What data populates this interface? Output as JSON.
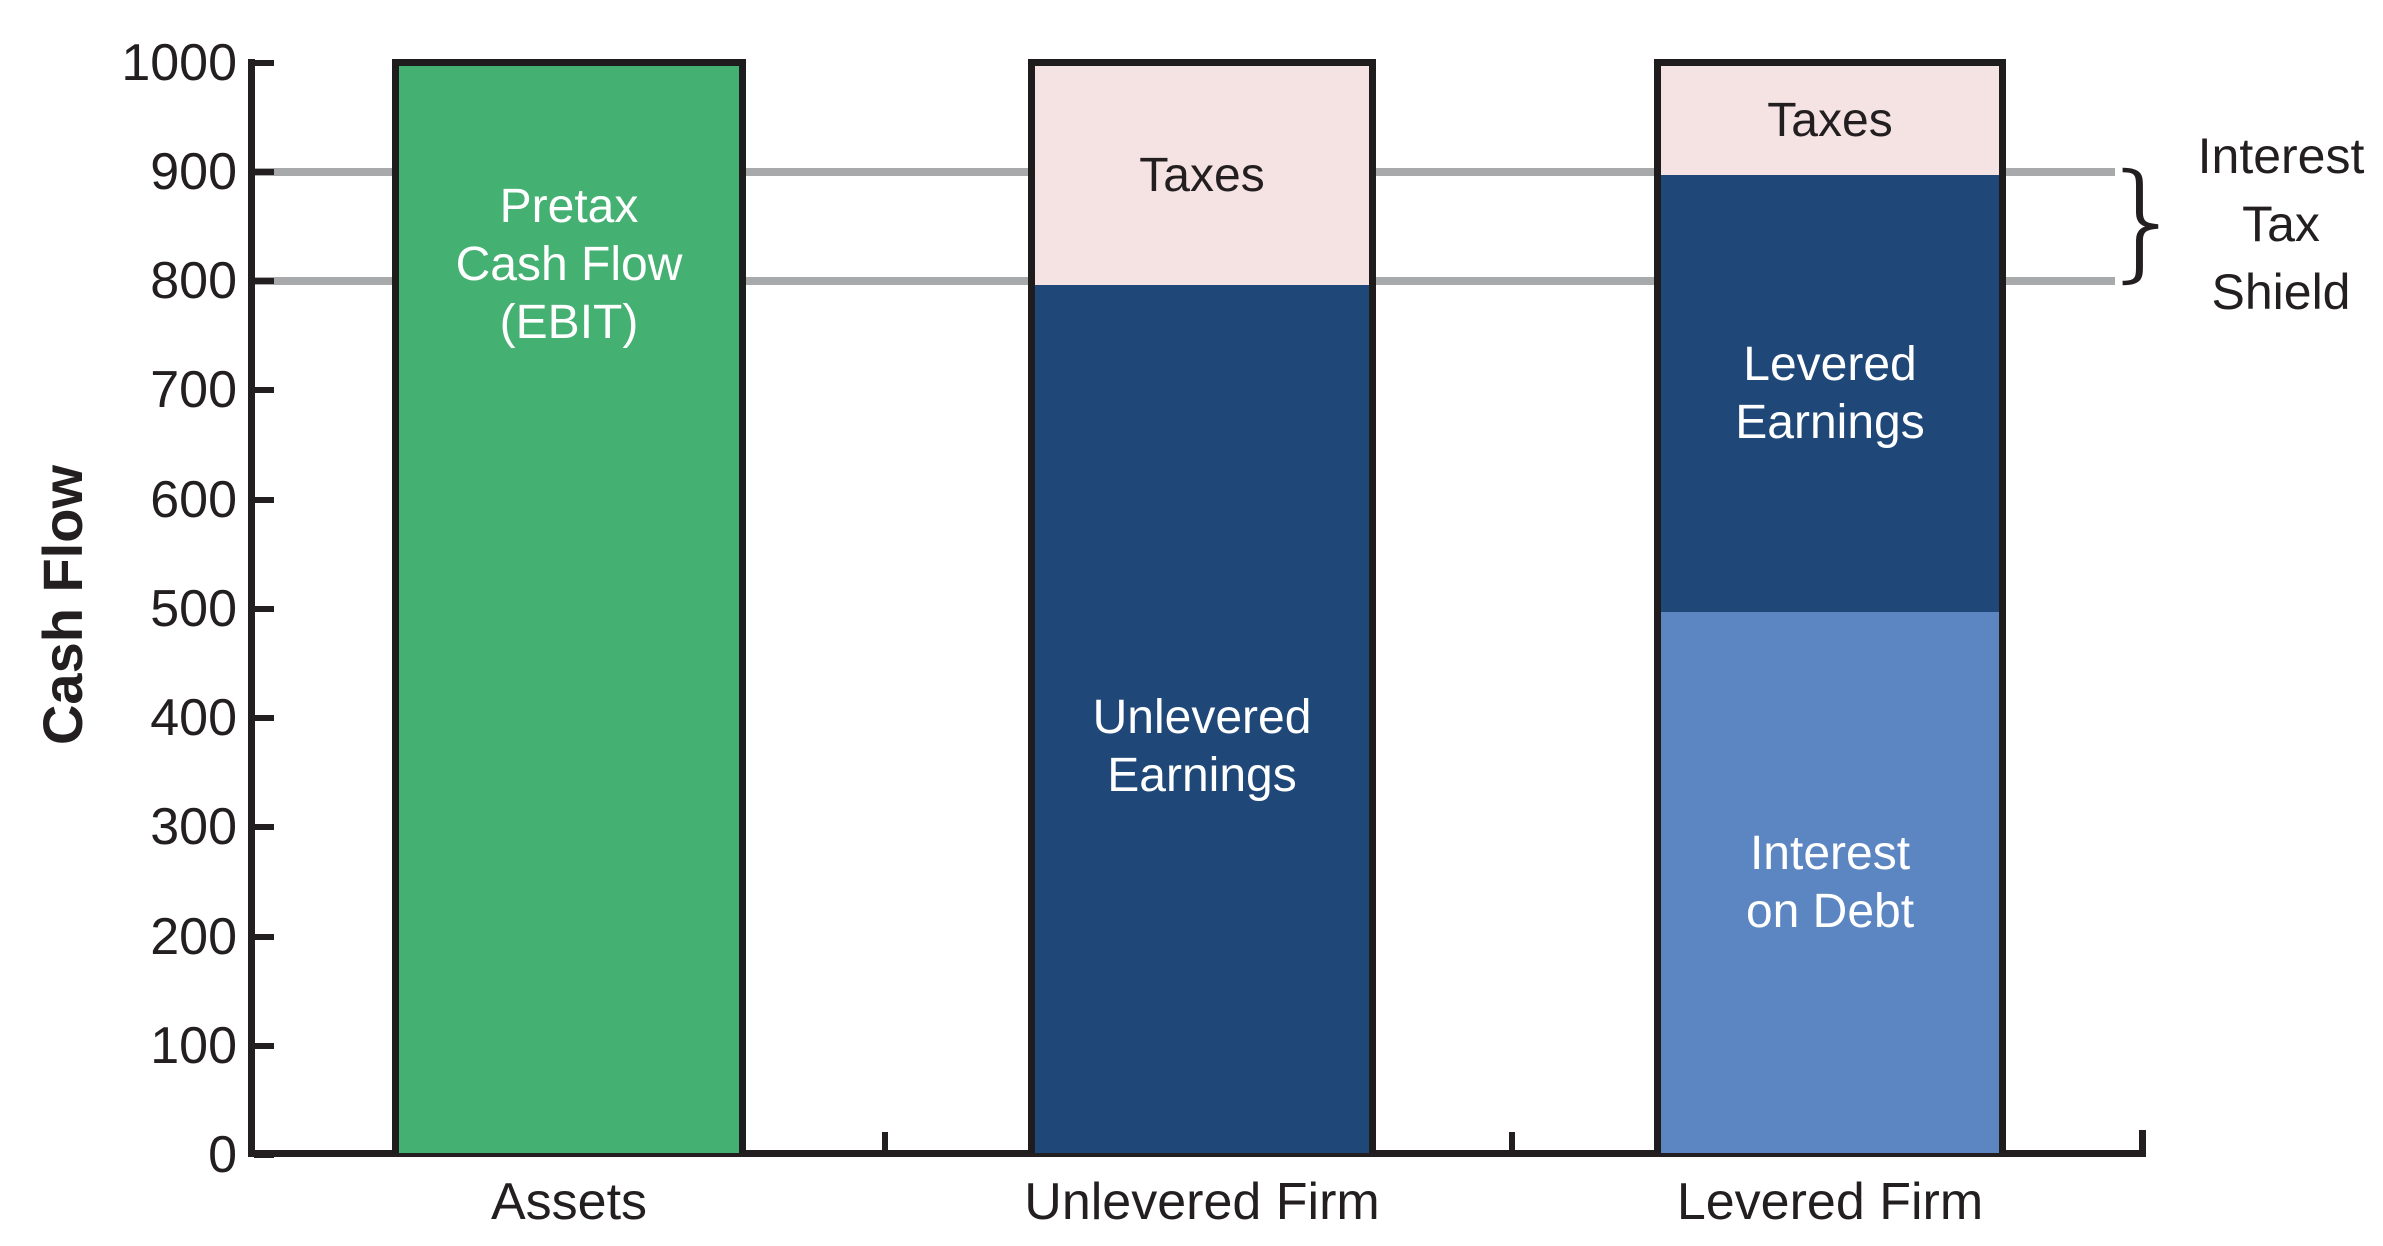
{
  "chart_data": {
    "type": "bar",
    "stacked": true,
    "title": "",
    "ylabel": "Cash Flow",
    "xlabel": "",
    "ylim": [
      0,
      1000
    ],
    "yticks": [
      0,
      100,
      200,
      300,
      400,
      500,
      600,
      700,
      800,
      900,
      1000
    ],
    "grid": false,
    "legend": "none",
    "categories": [
      "Assets",
      "Unlevered Firm",
      "Levered Firm"
    ],
    "bars": [
      {
        "category": "Assets",
        "segments": [
          {
            "label": "Pretax Cash Flow (EBIT)",
            "label_lines": [
              "Pretax",
              "Cash Flow",
              "(EBIT)"
            ],
            "from": 0,
            "to": 1000,
            "value": 1000,
            "color": "#44b072",
            "text_color": "#ffffff"
          }
        ]
      },
      {
        "category": "Unlevered Firm",
        "segments": [
          {
            "label": "Unlevered Earnings",
            "label_lines": [
              "Unlevered",
              "Earnings"
            ],
            "from": 0,
            "to": 800,
            "value": 800,
            "color": "#1f4879",
            "text_color": "#ffffff"
          },
          {
            "label": "Taxes",
            "label_lines": [
              "Taxes"
            ],
            "from": 800,
            "to": 1000,
            "value": 200,
            "color": "#f4e3e2",
            "text_color": "#231f20"
          }
        ]
      },
      {
        "category": "Levered Firm",
        "segments": [
          {
            "label": "Interest on Debt",
            "label_lines": [
              "Interest",
              "on Debt"
            ],
            "from": 0,
            "to": 500,
            "value": 500,
            "color": "#5c86c1",
            "text_color": "#ffffff"
          },
          {
            "label": "Levered Earnings",
            "label_lines": [
              "Levered",
              "Earnings"
            ],
            "from": 500,
            "to": 900,
            "value": 400,
            "color": "#1f4879",
            "text_color": "#ffffff"
          },
          {
            "label": "Taxes",
            "label_lines": [
              "Taxes"
            ],
            "from": 900,
            "to": 1000,
            "value": 100,
            "color": "#f4e3e2",
            "text_color": "#231f20"
          }
        ]
      }
    ],
    "reference_lines": [
      {
        "value": 900,
        "color": "#a7a9aa"
      },
      {
        "value": 800,
        "color": "#a7a9aa"
      }
    ],
    "annotation": {
      "label": "Interest Tax Shield",
      "label_lines": [
        "Interest",
        "Tax",
        "Shield"
      ],
      "brace_from": 800,
      "brace_to": 900
    },
    "ink_color": "#231f20"
  }
}
